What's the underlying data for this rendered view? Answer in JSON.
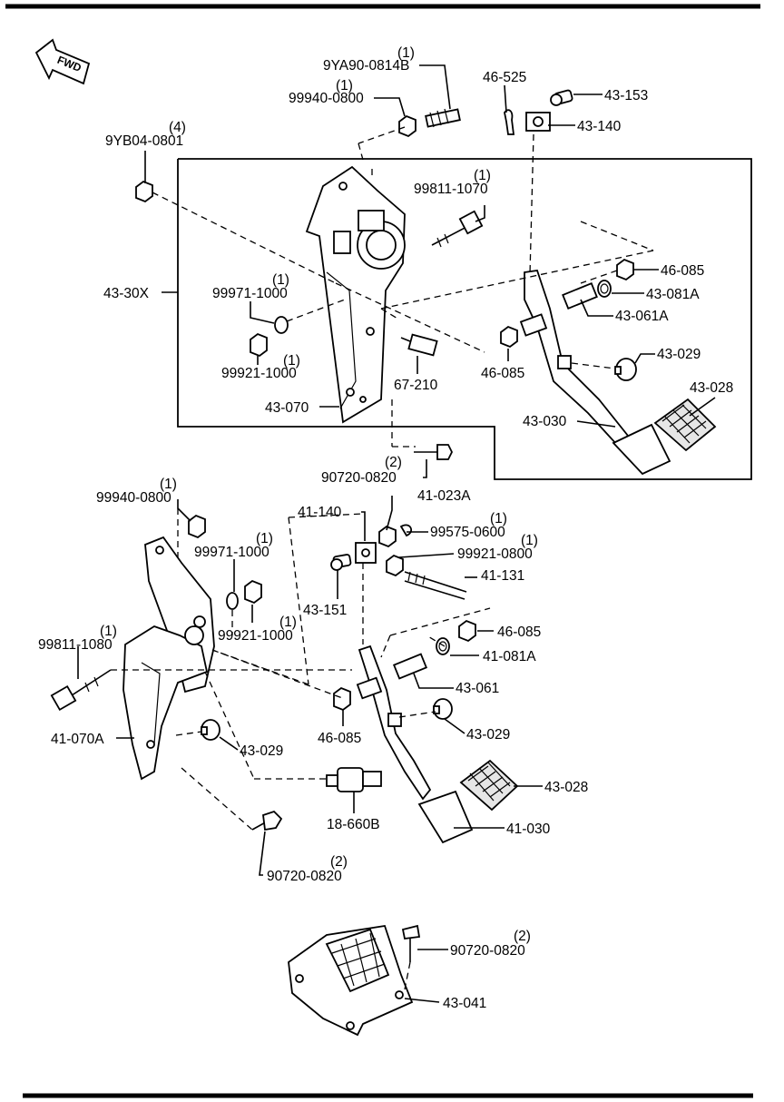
{
  "fwd_label": "FWD",
  "callouts": {
    "c_9ya90": {
      "part": "9YA90-0814B",
      "qty": "(1)"
    },
    "c_99940a": {
      "part": "99940-0800",
      "qty": "(1)"
    },
    "c_46525": {
      "part": "46-525",
      "qty": ""
    },
    "c_43153": {
      "part": "43-153",
      "qty": ""
    },
    "c_43140": {
      "part": "43-140",
      "qty": ""
    },
    "c_9yb04": {
      "part": "9YB04-0801",
      "qty": "(4)"
    },
    "c_99811a": {
      "part": "99811-1070",
      "qty": "(1)"
    },
    "c_4330x": {
      "part": "43-30X",
      "qty": ""
    },
    "c_99971a": {
      "part": "99971-1000",
      "qty": "(1)"
    },
    "c_99921a": {
      "part": "99921-1000",
      "qty": "(1)"
    },
    "c_67210": {
      "part": "67-210",
      "qty": ""
    },
    "c_43070": {
      "part": "43-070",
      "qty": ""
    },
    "c_46085a": {
      "part": "46-085",
      "qty": ""
    },
    "c_46085b": {
      "part": "46-085",
      "qty": ""
    },
    "c_43081a": {
      "part": "43-081A",
      "qty": ""
    },
    "c_43061a": {
      "part": "43-061A",
      "qty": ""
    },
    "c_43029a": {
      "part": "43-029",
      "qty": ""
    },
    "c_43028a": {
      "part": "43-028",
      "qty": ""
    },
    "c_43030": {
      "part": "43-030",
      "qty": ""
    },
    "c_90720a": {
      "part": "90720-0820",
      "qty": "(2)"
    },
    "c_99940b": {
      "part": "99940-0800",
      "qty": "(1)"
    },
    "c_41140": {
      "part": "41-140",
      "qty": ""
    },
    "c_41023a": {
      "part": "41-023A",
      "qty": ""
    },
    "c_99575": {
      "part": "99575-0600",
      "qty": "(1)"
    },
    "c_99921b": {
      "part": "99921-0800",
      "qty": "(1)"
    },
    "c_99971b": {
      "part": "99971-1000",
      "qty": "(1)"
    },
    "c_41131": {
      "part": "41-131",
      "qty": ""
    },
    "c_43151": {
      "part": "43-151",
      "qty": ""
    },
    "c_99921c": {
      "part": "99921-1000",
      "qty": "(1)"
    },
    "c_99811b": {
      "part": "99811-1080",
      "qty": "(1)"
    },
    "c_46085c": {
      "part": "46-085",
      "qty": ""
    },
    "c_41081a": {
      "part": "41-081A",
      "qty": ""
    },
    "c_43061": {
      "part": "43-061",
      "qty": ""
    },
    "c_41070a": {
      "part": "41-070A",
      "qty": ""
    },
    "c_46085d": {
      "part": "46-085",
      "qty": ""
    },
    "c_43029b": {
      "part": "43-029",
      "qty": ""
    },
    "c_43029c": {
      "part": "43-029",
      "qty": ""
    },
    "c_43028b": {
      "part": "43-028",
      "qty": ""
    },
    "c_18660b": {
      "part": "18-660B",
      "qty": ""
    },
    "c_41030": {
      "part": "41-030",
      "qty": ""
    },
    "c_90720b": {
      "part": "90720-0820",
      "qty": "(2)"
    },
    "c_90720c": {
      "part": "90720-0820",
      "qty": "(2)"
    },
    "c_43041": {
      "part": "43-041",
      "qty": ""
    }
  }
}
